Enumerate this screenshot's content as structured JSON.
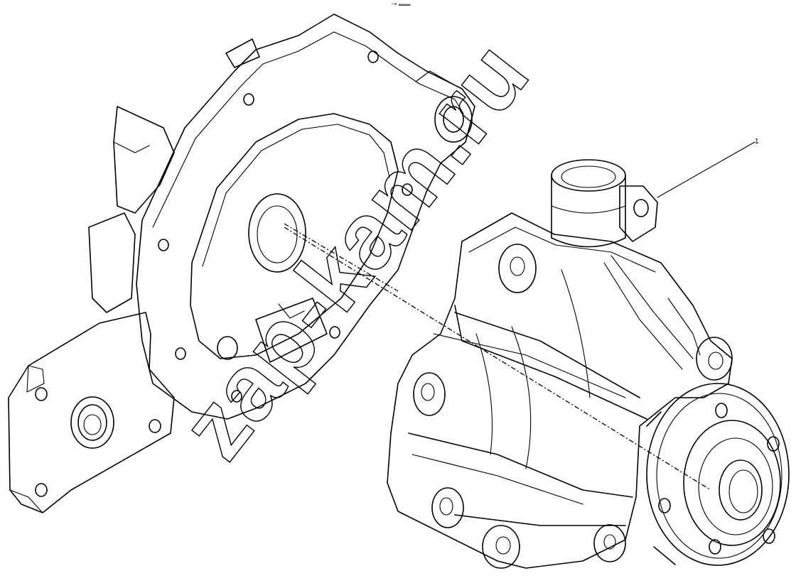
{
  "header": {
    "tag": "⁻ᵃ ═══"
  },
  "callout": {
    "label": "1"
  },
  "watermark": {
    "text": "zap-kam.ru"
  },
  "parts": [
    "pump-housing-cover",
    "water-pump-body"
  ]
}
